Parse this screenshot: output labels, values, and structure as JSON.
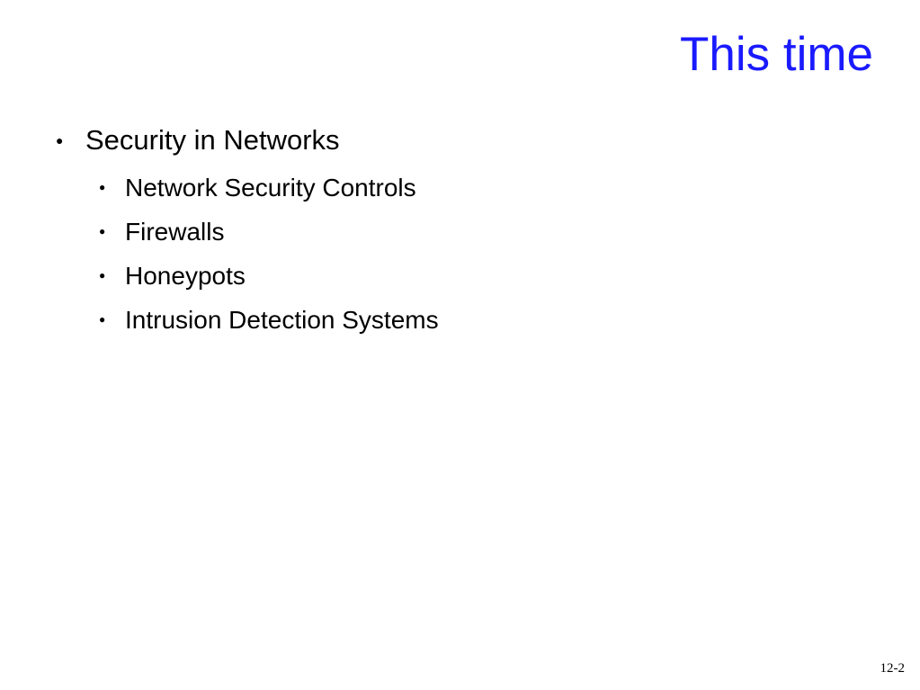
{
  "slide": {
    "title": "This time",
    "title_color": "#1a1aff",
    "bullet_glyph": "●",
    "bullets": [
      {
        "text": "Security in Networks",
        "children": [
          {
            "text": "Network Security Controls"
          },
          {
            "text": "Firewalls"
          },
          {
            "text": "Honeypots"
          },
          {
            "text": "Intrusion Detection Systems"
          }
        ]
      }
    ],
    "page_number": "12-2"
  }
}
